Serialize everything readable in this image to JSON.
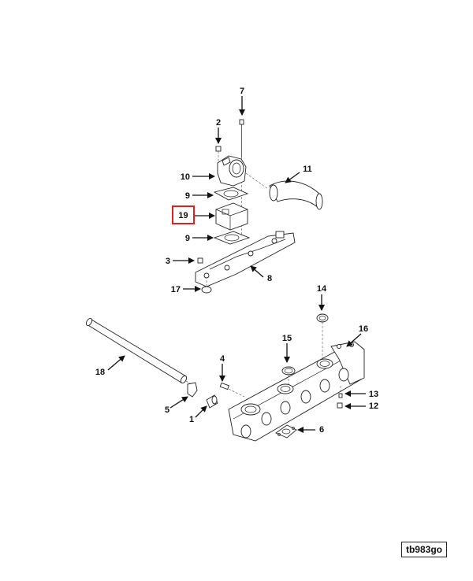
{
  "reference_id": "tb983go",
  "highlighted_callout": "19",
  "highlight_color": "#e0201b",
  "callouts": {
    "c1": "1",
    "c2": "2",
    "c3": "3",
    "c4": "4",
    "c5": "5",
    "c6": "6",
    "c7": "7",
    "c8": "8",
    "c9a": "9",
    "c9b": "9",
    "c10": "10",
    "c11": "11",
    "c12": "12",
    "c13": "13",
    "c14": "14",
    "c15": "15",
    "c16": "16",
    "c17": "17",
    "c18": "18",
    "c19": "19"
  }
}
